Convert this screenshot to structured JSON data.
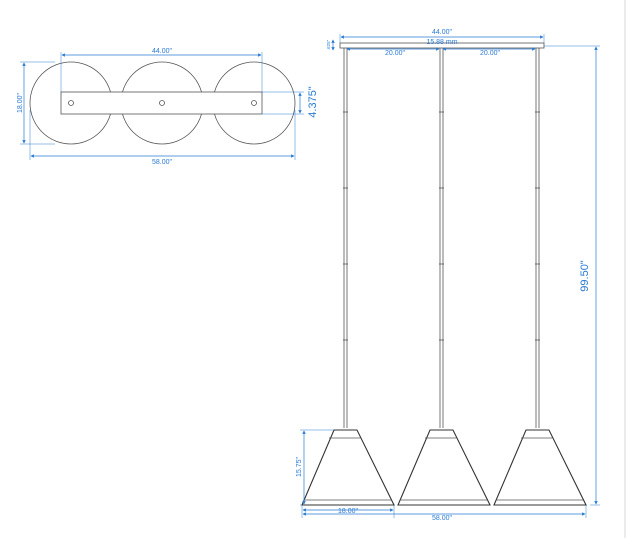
{
  "top_view": {
    "width_overall": "58.00\"",
    "mount_spacing": "44.00\"",
    "canopy_diameter": "18.00\"",
    "plate_height": "4.375\""
  },
  "side_view": {
    "canopy_length": "44.00\"",
    "canopy_thickness": "15.88 mm",
    "canopy_thickness_short": ".625\"",
    "span_left": "20.00\"",
    "span_right": "20.00\"",
    "overall_height": "99.50\"",
    "shade_height": "15.75\"",
    "shade_diameter": "18.00\"",
    "overall_width": "58.00\""
  },
  "colors": {
    "dimension": "#2a7bd4",
    "outline": "#555555"
  }
}
